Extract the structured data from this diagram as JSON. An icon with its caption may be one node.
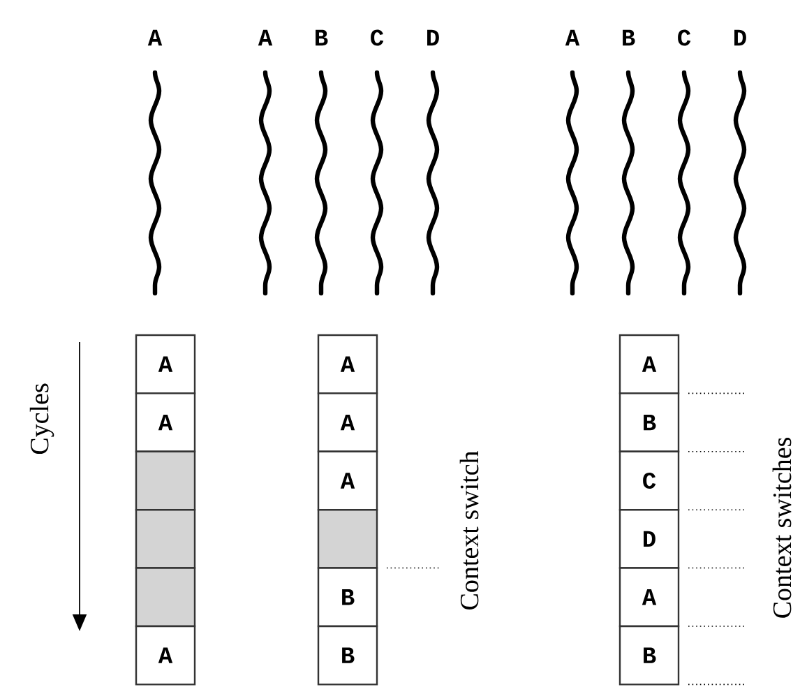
{
  "diagram": {
    "nodes": [
      {
        "text": [
          "A"
        ]
      },
      {
        "text": [
          "A"
        ]
      },
      {
        "text": [],
        "shape": "box"
      },
      {
        "text": [],
        "shape": "box"
      },
      {
        "text": [],
        "shape": "box"
      },
      {
        "text": [
          "A"
        ]
      },
      {
        "text": [
          "A"
        ]
      },
      {
        "text": [
          "A"
        ]
      },
      {
        "text": [
          "A"
        ]
      },
      {
        "text": [],
        "shape": "box"
      },
      {
        "text": [
          "B"
        ]
      },
      {
        "text": [
          "B"
        ]
      },
      {
        "text": [
          "A"
        ]
      },
      {
        "text": [
          "B"
        ]
      },
      {
        "text": [
          "C"
        ]
      },
      {
        "text": [
          "D"
        ]
      },
      {
        "text": [
          "A"
        ]
      },
      {
        "text": [
          "B"
        ]
      }
    ],
    "labels": [
      "A",
      "A",
      "B",
      "C",
      "D",
      "A",
      "B",
      "C",
      "D",
      "Cycles",
      "Context switch",
      "Context switches"
    ]
  }
}
